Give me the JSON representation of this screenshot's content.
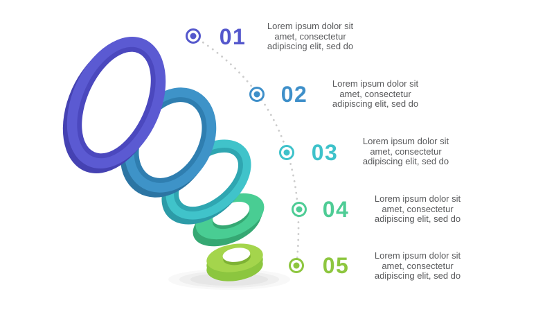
{
  "canvas": {
    "background": "#ffffff"
  },
  "typography": {
    "text_color": "#58595b"
  },
  "connector": {
    "style": "dotted",
    "color": "#cccccc"
  },
  "shadow": {
    "color": "#d8d8d8"
  },
  "steps": [
    {
      "number": "01",
      "color": "#5457cc",
      "lines": [
        "Lorem ipsum dolor sit",
        "amet, consectetur",
        "adipiscing elit, sed do"
      ]
    },
    {
      "number": "02",
      "color": "#3e8fc9",
      "lines": [
        "Lorem ipsum dolor sit",
        "amet, consectetur",
        "adipiscing elit, sed do"
      ]
    },
    {
      "number": "03",
      "color": "#3ec2ca",
      "lines": [
        "Lorem ipsum dolor sit",
        "amet, consectetur",
        "adipiscing elit, sed do"
      ]
    },
    {
      "number": "04",
      "color": "#4ecc95",
      "lines": [
        "Lorem ipsum dolor sit",
        "amet, consectetur",
        "adipiscing elit, sed do"
      ]
    },
    {
      "number": "05",
      "color": "#8dc63f",
      "lines": [
        "Lorem ipsum dolor sit",
        "amet, consectetur",
        "adipiscing elit, sed do"
      ]
    }
  ],
  "rings": [
    {
      "step": "01",
      "face": "#5b5ad2",
      "inner_shade": "#4b48be",
      "side": "#4542b2"
    },
    {
      "step": "02",
      "face": "#3e93c8",
      "inner_shade": "#2f7eb0",
      "side": "#2c75a3"
    },
    {
      "step": "03",
      "face": "#40c3ca",
      "inner_shade": "#2fa6b1",
      "side": "#2c9ba7"
    },
    {
      "step": "04",
      "face": "#49cd93",
      "inner_shade": "#38b17d",
      "side": "#35a873"
    },
    {
      "step": "05",
      "face": "#a4d54c",
      "inner_shade": "#7eb234",
      "side": "#8cc63f"
    }
  ]
}
